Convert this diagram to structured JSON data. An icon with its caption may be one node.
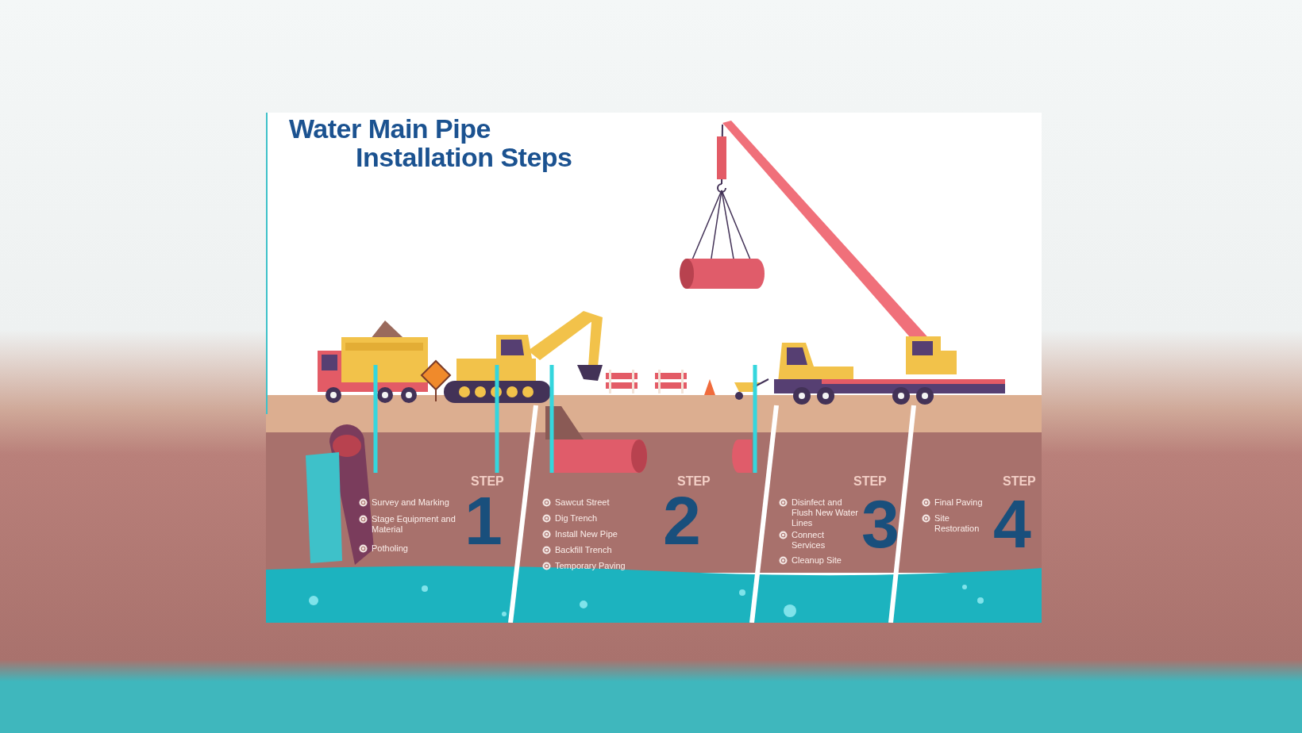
{
  "diagram": {
    "title": "Water Main Pipe Installation Steps",
    "labels": [
      "STEP",
      "1",
      "Survey and Marking",
      "Stage Equipment and Material",
      "Potholing",
      "STEP",
      "2",
      "Sawcut Street",
      "Dig Trench",
      "Install New Pipe",
      "Backfill Trench",
      "Temporary Paving",
      "STEP",
      "3",
      "Disinfect and Flush New Water Lines",
      "Connect Services",
      "Cleanup Site",
      "STEP",
      "4",
      "Final Paving",
      "Site Restoration"
    ]
  }
}
